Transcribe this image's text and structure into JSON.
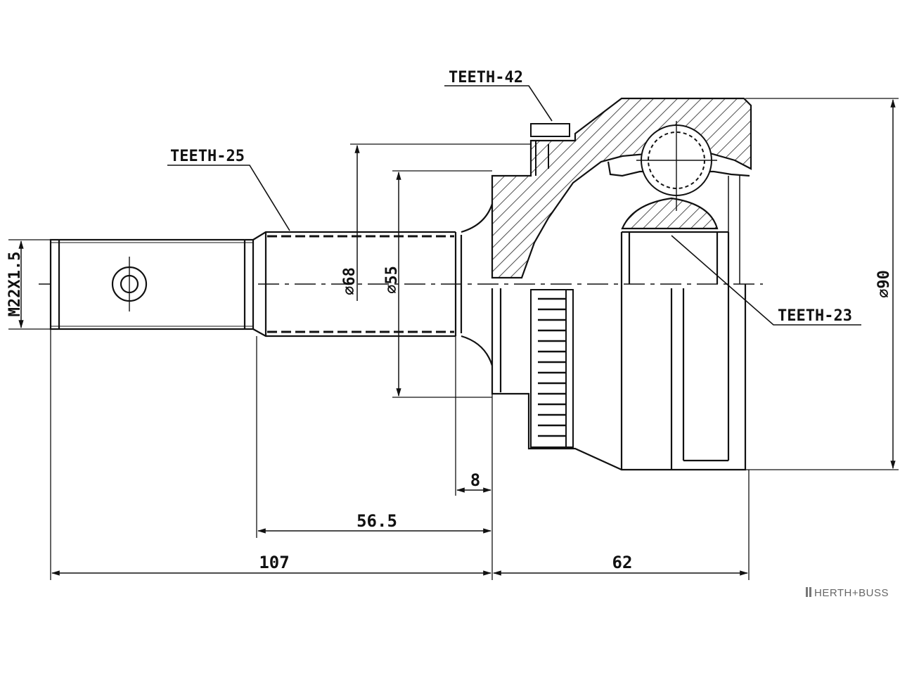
{
  "labels": {
    "teeth_42": "TEETH-42",
    "teeth_25": "TEETH-25",
    "teeth_23": "TEETH-23",
    "thread": "M22X1.5",
    "dia_68": "∅68",
    "dia_55": "∅55",
    "dia_90": "∅90"
  },
  "dimensions": {
    "d8": "8",
    "d56_5": "56.5",
    "d107": "107",
    "d62": "62"
  },
  "brand": {
    "name": "HERTH+BUSS",
    "icon": "herth-buss-logo-icon"
  }
}
